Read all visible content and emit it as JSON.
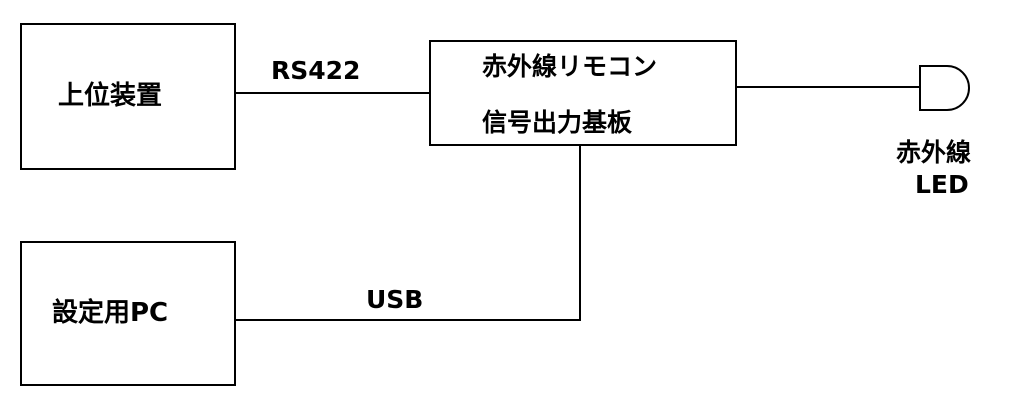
{
  "diagram": {
    "host_device": {
      "label": "上位装置"
    },
    "settings_pc": {
      "label": "設定用PC"
    },
    "ir_board": {
      "line1": "赤外線リモコン",
      "line2": "信号出力基板"
    },
    "ir_led": {
      "line1": "赤外線",
      "line2": "LED"
    },
    "links": {
      "rs422": "RS422",
      "usb": "USB"
    }
  }
}
